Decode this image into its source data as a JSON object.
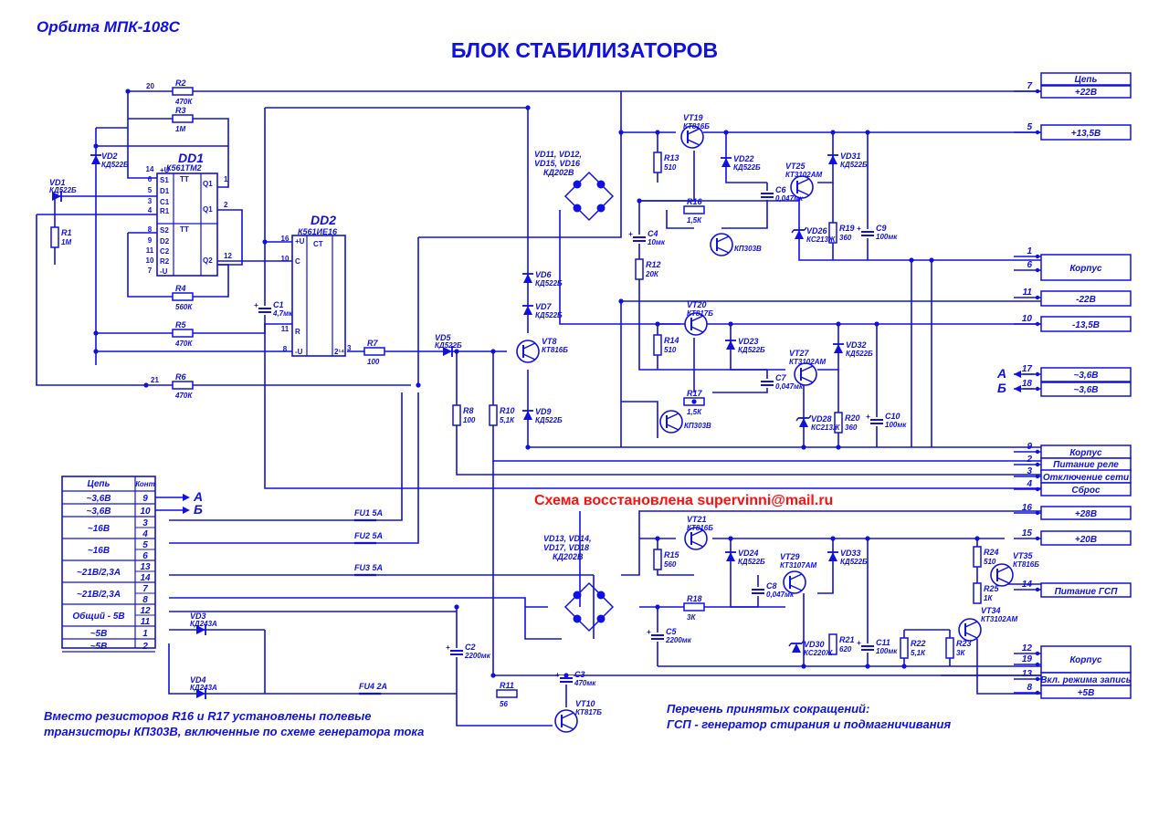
{
  "header": {
    "model": "Орбита МПК-108С",
    "title": "БЛОК СТАБИЛИЗАТОРОВ",
    "credit": "Схема восстановлена supervinni@mail.ru"
  },
  "notes": {
    "left": "Вместо резисторов R16 и R17 установлены полевые\nтранзисторы КП303В, включенные по схеме генератора тока",
    "right": "Перечень принятых сокращений:\nГСП - генератор стирания и подмагничивания"
  },
  "chips": {
    "dd1": {
      "name": "DD1",
      "type": "К561ТМ2",
      "tt": "TT",
      "pins_left": [
        "14",
        "6",
        "5",
        "3",
        "4",
        "8",
        "9",
        "11",
        "10",
        "7"
      ],
      "pin_labels_left": [
        "+U",
        "S1",
        "D1",
        "C1",
        "R1",
        "S2",
        "D2",
        "C2",
        "R2",
        "-U"
      ],
      "pins_right": [
        "1",
        "2",
        "12"
      ],
      "pin_labels_right": [
        "Q1",
        "Q1",
        "Q2"
      ]
    },
    "dd2": {
      "name": "DD2",
      "type": "К561ИЕ16",
      "ct": "CT",
      "pins_left": [
        "16",
        "10",
        "11",
        "8"
      ],
      "pin_labels_left": [
        "+U",
        "C",
        "R",
        "-U"
      ],
      "pins_right": [
        "3"
      ],
      "pin_labels_right": [
        "2¹⁴"
      ]
    }
  },
  "components": [
    {
      "ref": "R2",
      "value": "470К"
    },
    {
      "ref": "R3",
      "value": "1М"
    },
    {
      "ref": "R4",
      "value": "560К"
    },
    {
      "ref": "R5",
      "value": "470К"
    },
    {
      "ref": "R6",
      "value": "470К"
    },
    {
      "ref": "R1",
      "value": "1М"
    },
    {
      "ref": "R7",
      "value": "100"
    },
    {
      "ref": "R8",
      "value": "100"
    },
    {
      "ref": "R10",
      "value": "5,1К"
    },
    {
      "ref": "R11",
      "value": "56"
    },
    {
      "ref": "R12",
      "value": "20К"
    },
    {
      "ref": "R13",
      "value": "510"
    },
    {
      "ref": "R14",
      "value": "510"
    },
    {
      "ref": "R15",
      "value": "560"
    },
    {
      "ref": "R16",
      "value": "1,5К"
    },
    {
      "ref": "R17",
      "value": "1,5К"
    },
    {
      "ref": "R18",
      "value": "3К"
    },
    {
      "ref": "R19",
      "value": "360"
    },
    {
      "ref": "R20",
      "value": "360"
    },
    {
      "ref": "R21",
      "value": "620"
    },
    {
      "ref": "R22",
      "value": "5,1К"
    },
    {
      "ref": "R23",
      "value": "3К"
    },
    {
      "ref": "R24",
      "value": "510"
    },
    {
      "ref": "R25",
      "value": "1К"
    },
    {
      "ref": "C1",
      "value": "4,7мк"
    },
    {
      "ref": "C2",
      "value": "2200мк"
    },
    {
      "ref": "C3",
      "value": "470мк"
    },
    {
      "ref": "C4",
      "value": "10мк"
    },
    {
      "ref": "C5",
      "value": "2200мк"
    },
    {
      "ref": "C6",
      "value": "0,047мк"
    },
    {
      "ref": "C7",
      "value": "0,047мк"
    },
    {
      "ref": "C8",
      "value": "0,047мк"
    },
    {
      "ref": "C9",
      "value": "100мк"
    },
    {
      "ref": "C10",
      "value": "100мк"
    },
    {
      "ref": "C11",
      "value": "100мк"
    },
    {
      "ref": "VD1",
      "value": "КД522Б"
    },
    {
      "ref": "VD2",
      "value": "КД522Б"
    },
    {
      "ref": "VD5",
      "value": "КД522Б"
    },
    {
      "ref": "VD6",
      "value": "КД522Б"
    },
    {
      "ref": "VD7",
      "value": "КД522Б"
    },
    {
      "ref": "VD9",
      "value": "КД522Б"
    },
    {
      "ref": "VD22",
      "value": "КД522Б"
    },
    {
      "ref": "VD23",
      "value": "КД522Б"
    },
    {
      "ref": "VD24",
      "value": "КД522Б"
    },
    {
      "ref": "VD31",
      "value": "КД522Б"
    },
    {
      "ref": "VD32",
      "value": "КД522Б"
    },
    {
      "ref": "VD33",
      "value": "КД522Б"
    },
    {
      "ref": "VD26",
      "value": "КС213Ж"
    },
    {
      "ref": "VD28",
      "value": "КС213Ж"
    },
    {
      "ref": "VD30",
      "value": "КС220Ж"
    },
    {
      "ref": "VD3",
      "value": "КД243А"
    },
    {
      "ref": "VD4",
      "value": "КД243А"
    },
    {
      "ref": "VD11, VD12,\nVD15, VD16",
      "value": "КД202В"
    },
    {
      "ref": "VD13, VD14,\nVD17, VD18",
      "value": "КД202В"
    },
    {
      "ref": "VT8",
      "value": "КТ816Б"
    },
    {
      "ref": "VT10",
      "value": "КТ817Б"
    },
    {
      "ref": "VT19",
      "value": "КТ816Б"
    },
    {
      "ref": "VT20",
      "value": "КТ817Б"
    },
    {
      "ref": "VT21",
      "value": "КТ816Б"
    },
    {
      "ref": "VT25",
      "value": "КТ3102АМ"
    },
    {
      "ref": "VT27",
      "value": "КТ3102АМ"
    },
    {
      "ref": "VT29",
      "value": "КТ3107АМ"
    },
    {
      "ref": "VT34",
      "value": "КТ3102АМ"
    },
    {
      "ref": "VT35",
      "value": "КТ816Б"
    },
    {
      "ref": "",
      "value": "КП303В"
    },
    {
      "ref": "",
      "value": "КП303В"
    },
    {
      "ref": "FU1",
      "value": "5А"
    },
    {
      "ref": "FU2",
      "value": "5А"
    },
    {
      "ref": "FU3",
      "value": "5А"
    },
    {
      "ref": "FU4",
      "value": "2А"
    }
  ],
  "input_table": {
    "headers": [
      "Цепь",
      "Конт"
    ],
    "rows": [
      {
        "label": "~3,6В",
        "pins": [
          "9"
        ],
        "arrow": "А"
      },
      {
        "label": "~3,6В",
        "pins": [
          "10"
        ],
        "arrow": "Б"
      },
      {
        "label": "~16В",
        "pins": [
          "3",
          "4"
        ]
      },
      {
        "label": "~16В",
        "pins": [
          "5",
          "6"
        ]
      },
      {
        "label": "~21В/2,3А",
        "pins": [
          "13",
          "14"
        ]
      },
      {
        "label": "~21В/2,3А",
        "pins": [
          "7",
          "8"
        ]
      },
      {
        "label": "Общий - 5В",
        "pins": [
          "12",
          "11"
        ]
      },
      {
        "label": "~5В",
        "pins": [
          "1"
        ]
      },
      {
        "label": "~5В",
        "pins": [
          "2"
        ]
      }
    ]
  },
  "output_table": {
    "rows": [
      {
        "pin": "",
        "label": "Цепь"
      },
      {
        "pin": "7",
        "label": "+22В"
      },
      {
        "pin": "5",
        "label": "+13,5В"
      },
      {
        "pin": "1",
        "label": ""
      },
      {
        "pin": "6",
        "label": "Корпус"
      },
      {
        "pin": "11",
        "label": "-22В"
      },
      {
        "pin": "10",
        "label": "-13,5В"
      },
      {
        "pin": "17",
        "label": "~3,6В",
        "arrow": "А"
      },
      {
        "pin": "18",
        "label": "~3,6В",
        "arrow": "Б"
      },
      {
        "pin": "9",
        "label": "Корпус"
      },
      {
        "pin": "2",
        "label": "Питание реле"
      },
      {
        "pin": "3",
        "label": "Отключение сети"
      },
      {
        "pin": "4",
        "label": "Сброс"
      },
      {
        "pin": "16",
        "label": "+28В"
      },
      {
        "pin": "15",
        "label": "+20В"
      },
      {
        "pin": "14",
        "label": "Питание ГСП"
      },
      {
        "pin": "12",
        "label": ""
      },
      {
        "pin": "19",
        "label": "Корпус"
      },
      {
        "pin": "13",
        "label": "Вкл. режима запись"
      },
      {
        "pin": "8",
        "label": "+5В"
      }
    ]
  },
  "node_labels": [
    "20",
    "21"
  ],
  "colors": {
    "ink": "#1010e0",
    "credit": "#ff1010",
    "background": "#ffffff"
  }
}
